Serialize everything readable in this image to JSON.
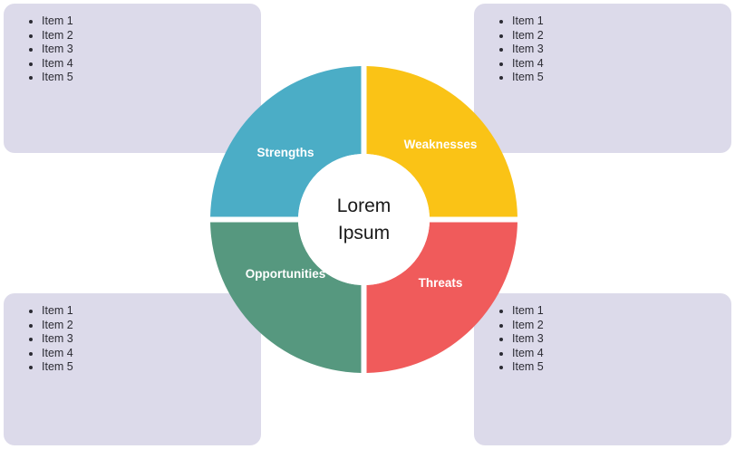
{
  "diagram": {
    "type": "swot-donut",
    "center_label": "Lorem Ipsum",
    "background_color": "#ffffff",
    "panel_color": "#dcdaea",
    "quadrants": [
      {
        "key": "strengths",
        "label": "Strengths",
        "color": "#4badc6",
        "position": "top-left",
        "panel_position": "top-left",
        "items": [
          "Item 1",
          "Item 2",
          "Item 3",
          "Item 4",
          "Item 5"
        ]
      },
      {
        "key": "weaknesses",
        "label": "Weaknesses",
        "color": "#fac316",
        "position": "top-right",
        "panel_position": "top-right",
        "items": [
          "Item 1",
          "Item 2",
          "Item 3",
          "Item 4",
          "Item 5"
        ]
      },
      {
        "key": "opportunities",
        "label": "Opportunities",
        "color": "#56987f",
        "position": "bottom-left",
        "panel_position": "bottom-left",
        "items": [
          "Item 1",
          "Item 2",
          "Item 3",
          "Item 4",
          "Item 5"
        ]
      },
      {
        "key": "threats",
        "label": "Threats",
        "color": "#f05b5b",
        "position": "bottom-right",
        "panel_position": "bottom-right",
        "items": [
          "Item 1",
          "Item 2",
          "Item 3",
          "Item 4",
          "Item 5"
        ]
      }
    ]
  }
}
